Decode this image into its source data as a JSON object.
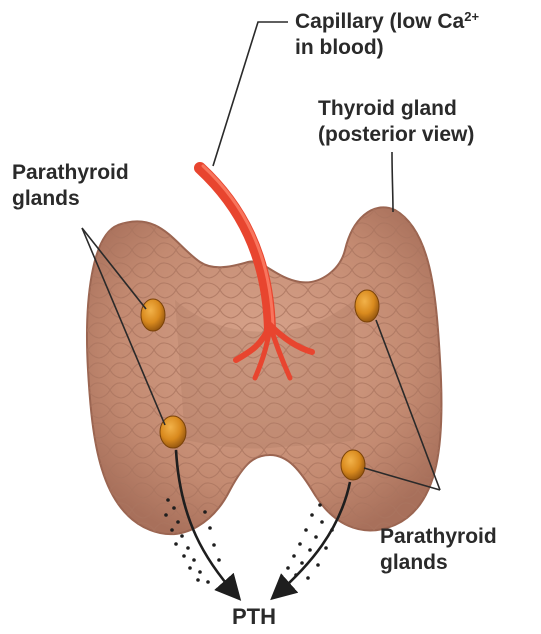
{
  "labels": {
    "capillary_line1": "Capillary (low Ca",
    "capillary_superscript": "2+",
    "capillary_line2": "in blood)",
    "thyroid_line1": "Thyroid gland",
    "thyroid_line2": "(posterior view)",
    "parathyroid_left_line1": "Parathyroid",
    "parathyroid_left_line2": "glands",
    "parathyroid_right_line1": "Parathyroid",
    "parathyroid_right_line2": "glands",
    "hormone": "PTH"
  },
  "colors": {
    "thyroid_tissue": "#c9927a",
    "thyroid_shadow": "#a8705b",
    "lobule_line": "#b58068",
    "parathyroid": "#d98a1e",
    "capillary": "#e8452f",
    "leader_line": "#2a2a2a"
  }
}
